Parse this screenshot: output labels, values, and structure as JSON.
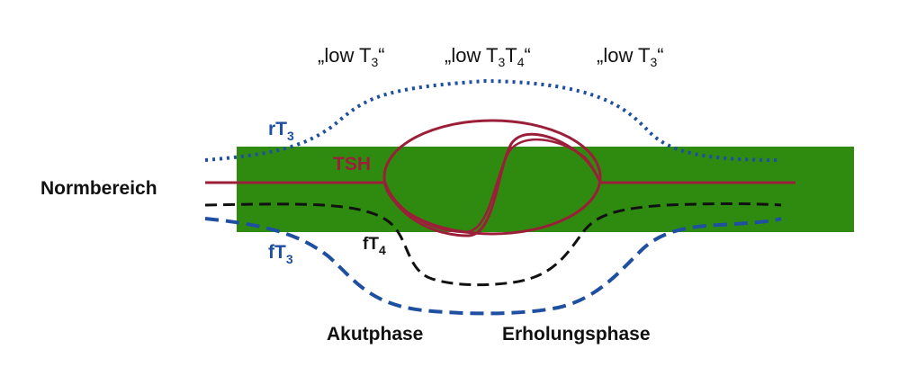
{
  "phase_labels": {
    "left": {
      "prefix": "„low T",
      "sub": "3",
      "suffix": "“"
    },
    "middle": {
      "prefix": "„low T",
      "sub1": "3",
      "mid": "T",
      "sub2": "4",
      "suffix": "“"
    },
    "right": {
      "prefix": "„low T",
      "sub": "3",
      "suffix": "“"
    }
  },
  "normal_range_label": "Normbereich",
  "curve_labels": {
    "rT3": {
      "base": "rT",
      "sub": "3"
    },
    "TSH": "TSH",
    "fT4": {
      "base": "fT",
      "sub": "4"
    },
    "fT3": {
      "base": "fT",
      "sub": "3"
    }
  },
  "bottom_labels": {
    "acute": "Akutphase",
    "recovery": "Erholungsphase"
  },
  "colors": {
    "normal_band": "#2e8b10",
    "tsh": "#9c1f3a",
    "rt3_ft3": "#1f4fa0",
    "ft4": "#111111"
  }
}
